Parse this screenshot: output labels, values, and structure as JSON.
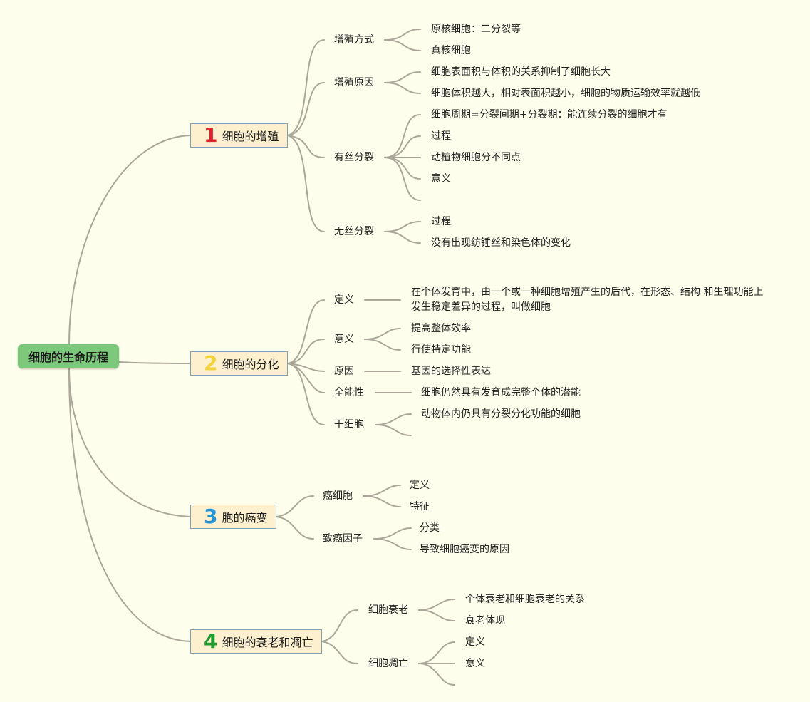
{
  "root": "细胞的生命历程",
  "colors": {
    "c1": "#d9252b",
    "c2": "#f3d23a",
    "c3": "#2695d8",
    "c4": "#1f9b2f"
  },
  "b1": {
    "num": "1",
    "title": "细胞的增殖",
    "s1": {
      "label": "增殖方式",
      "items": [
        "原核细胞：二分裂等",
        "真核细胞"
      ]
    },
    "s2": {
      "label": "增殖原因",
      "items": [
        "细胞表面积与体积的关系抑制了细胞长大",
        "细胞体积越大，相对表面积越小，细胞的物质运输效率就越低"
      ]
    },
    "s3": {
      "label": "有丝分裂",
      "items": [
        "细胞周期=分裂间期+分裂期：能连续分裂的细胞才有",
        "过程",
        "动植物细胞分不同点",
        "意义"
      ]
    },
    "s4": {
      "label": "无丝分裂",
      "items": [
        "过程",
        "没有出现纺锤丝和染色体的变化"
      ]
    }
  },
  "b2": {
    "num": "2",
    "title": "细胞的分化",
    "s1": {
      "label": "定义",
      "items": [
        "在个体发育中，由一个或一种细胞增殖产生的后代，在形态、结构 和生理功能上发生稳定差异的过程，叫做细胞"
      ]
    },
    "s2": {
      "label": "意义",
      "items": [
        "提高整体效率",
        "行使特定功能"
      ]
    },
    "s3": {
      "label": "原因",
      "items": [
        "基因的选择性表达"
      ]
    },
    "s4": {
      "label": "全能性",
      "items": [
        "细胞仍然具有发育成完整个体的潜能"
      ]
    },
    "s5": {
      "label": "干细胞",
      "items": [
        "动物体内仍具有分裂分化功能的细胞"
      ]
    }
  },
  "b3": {
    "num": "3",
    "title": "胞的癌变",
    "s1": {
      "label": "癌细胞",
      "items": [
        "定义",
        "特征"
      ]
    },
    "s2": {
      "label": "致癌因子",
      "items": [
        "分类",
        "导致细胞癌变的原因"
      ]
    }
  },
  "b4": {
    "num": "4",
    "title": "细胞的衰老和凋亡",
    "s1": {
      "label": "细胞衰老",
      "items": [
        "个体衰老和细胞衰老的关系",
        "衰老体现"
      ]
    },
    "s2": {
      "label": "细胞凋亡",
      "items": [
        "定义",
        "意义"
      ]
    }
  }
}
